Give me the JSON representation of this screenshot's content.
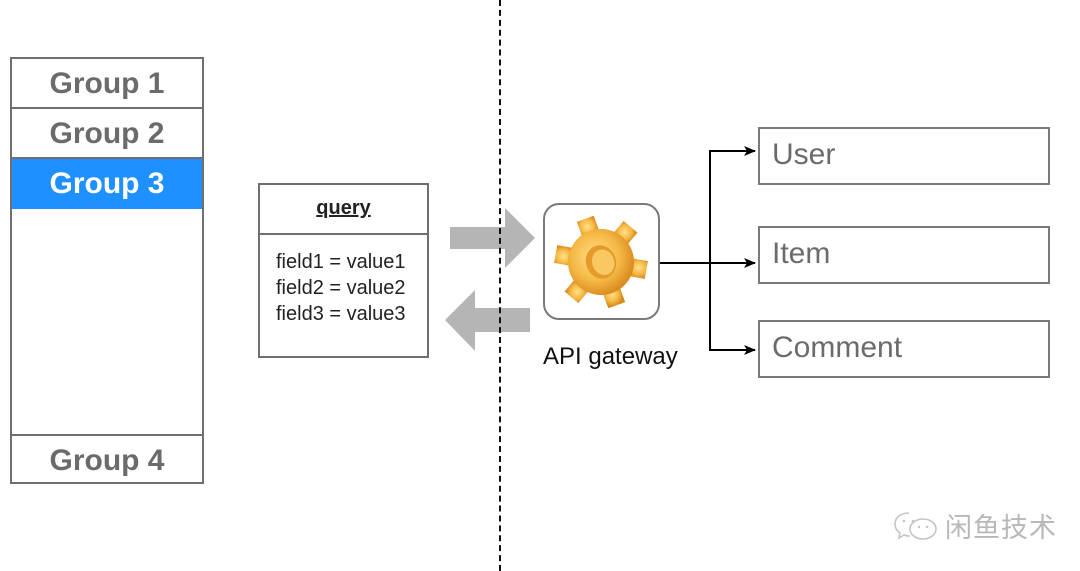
{
  "groups": {
    "items": [
      {
        "label": "Group 1",
        "selected": false
      },
      {
        "label": "Group 2",
        "selected": false
      },
      {
        "label": "Group 3",
        "selected": true
      },
      {
        "label": "Group 4",
        "selected": false
      }
    ],
    "selected_color": "#1e90ff"
  },
  "query": {
    "title": "query",
    "fields": [
      "field1 = value1",
      "field2 = value2",
      "field3 = value3"
    ]
  },
  "gateway": {
    "label": "API gateway",
    "icon": "gear-icon"
  },
  "services": [
    {
      "label": "User"
    },
    {
      "label": "Item"
    },
    {
      "label": "Comment"
    }
  ],
  "arrows": {
    "request": "right-arrow-icon",
    "response": "left-arrow-icon"
  },
  "watermark": {
    "icon": "wechat-icon",
    "text": "闲鱼技术"
  }
}
